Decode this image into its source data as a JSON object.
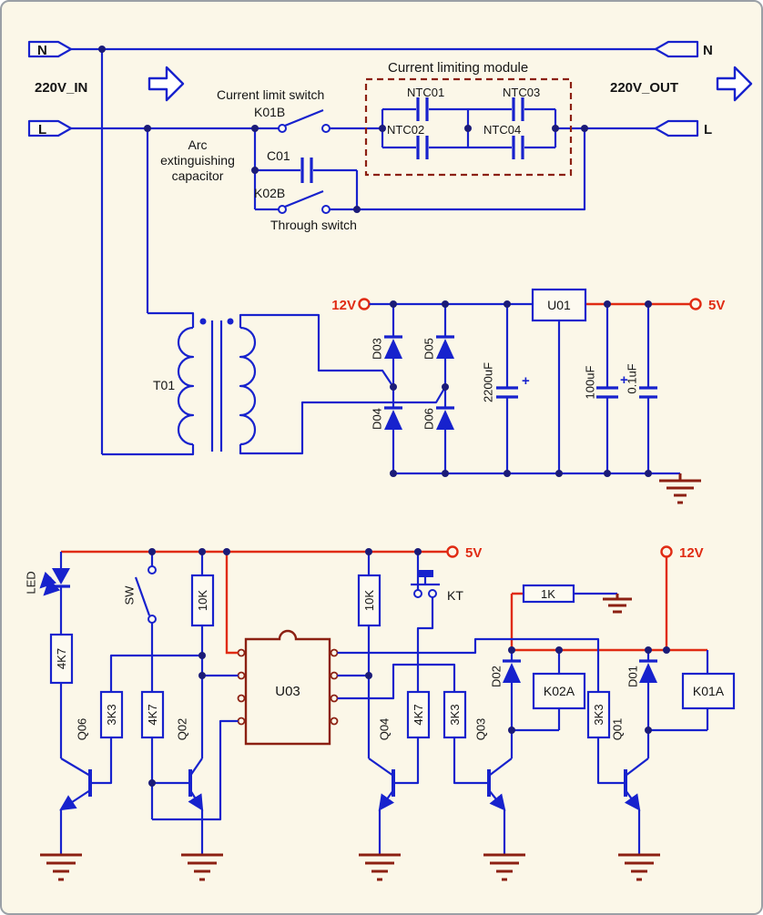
{
  "colors": {
    "wire_blue": "#1722cd",
    "rail_red": "#e02b13",
    "dark_red": "#8c2012",
    "junction_navy": "#1b1b78",
    "background": "#fbf7e8",
    "text_black": "#141414"
  },
  "top": {
    "n_left": "N",
    "n_right": "N",
    "l_left": "L",
    "l_right": "L",
    "v_in": "220V_IN",
    "v_out": "220V_OUT",
    "current_limit_switch": "Current limit switch",
    "k01b": "K01B",
    "module_title": "Current limiting module",
    "ntc01": "NTC01",
    "ntc02": "NTC02",
    "ntc03": "NTC03",
    "ntc04": "NTC04",
    "c01": "C01",
    "arc_1": "Arc",
    "arc_2": "extinguishing",
    "arc_3": "capacitor",
    "k02b": "K02B",
    "through_switch": "Through switch"
  },
  "psu": {
    "t01": "T01",
    "v12": "12V",
    "v5": "5V",
    "u01": "U01",
    "d03": "D03",
    "d04": "D04",
    "d05": "D05",
    "d06": "D06",
    "c1": "2200uF",
    "c2": "100uF",
    "c3": "0.1uF",
    "plus": "+"
  },
  "ctrl": {
    "v5": "5V",
    "v12": "12V",
    "led": "LED",
    "sw": "SW",
    "kt": "KT",
    "r10k_a": "10K",
    "r10k_b": "10K",
    "r1k": "1K",
    "r4k7_a": "4K7",
    "r4k7_b": "4K7",
    "r4k7_c": "4K7",
    "r3k3_a": "3K3",
    "r3k3_b": "3K3",
    "r3k3_c": "3K3",
    "u03": "U03",
    "q06": "Q06",
    "q02": "Q02",
    "q04": "Q04",
    "q03": "Q03",
    "q01": "Q01",
    "d02": "D02",
    "d01": "D01",
    "k02a": "K02A",
    "k01a": "K01A"
  }
}
